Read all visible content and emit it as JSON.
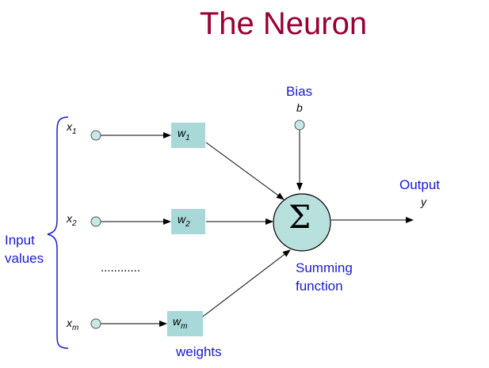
{
  "title": "The Neuron",
  "inputs": [
    {
      "var": "x",
      "sub": "1",
      "wvar": "w",
      "wsub": "1"
    },
    {
      "var": "x",
      "sub": "2",
      "wvar": "w",
      "wsub": "2"
    },
    {
      "var": "x",
      "sub": "m",
      "wvar": "w",
      "wsub": "m"
    }
  ],
  "ellipsis": "............",
  "input_values_label": [
    "Input",
    "values"
  ],
  "weights_label": "weights",
  "bias_label": "Bias",
  "bias_var": "b",
  "sum_symbol": "Σ",
  "summing_label": [
    "Summing",
    "function"
  ],
  "output_label": "Output",
  "output_var": "y",
  "colors": {
    "title": "#990033",
    "labels": "#1a1acc",
    "weight_box": "#a8d8d8",
    "node_fill": "#c8e8e8",
    "sum_fill": "#b8e0dc"
  }
}
